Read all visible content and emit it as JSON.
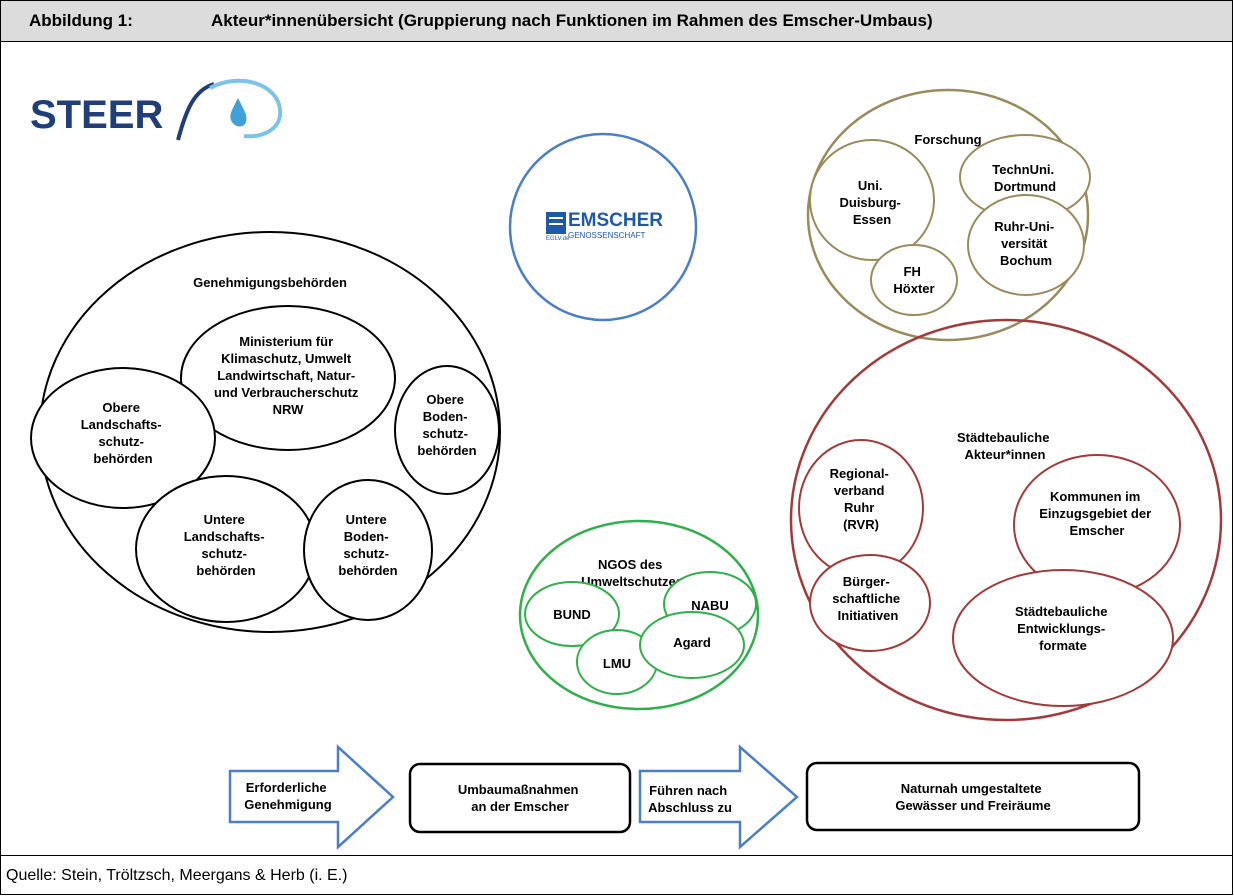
{
  "header": {
    "figure_label": "Abbildung 1:",
    "title": "Akteur*innenübersicht (Gruppierung nach Funktionen im Rahmen des Emscher-Umbaus)"
  },
  "logo": {
    "text": "STEER"
  },
  "emscher": {
    "name": "EMSCHER",
    "sub": "GENOSSENSCHAFT",
    "badge": "EGLV.de"
  },
  "forschung": {
    "title": "Forschung",
    "tu_dortmund": [
      "TechnUni.",
      "Dortmund"
    ],
    "uni_duisburg": [
      "Uni.",
      "Duisburg-",
      "Essen"
    ],
    "ruhr_uni": [
      "Ruhr-Uni-",
      "versität",
      "Bochum"
    ],
    "fh_hoexter": [
      "FH",
      "Höxter"
    ]
  },
  "genehmigung": {
    "title": "Genehmigungsbehörden",
    "ministerium": [
      "Ministerium für",
      "Klimaschutz, Umwelt",
      "Landwirtschaft, Natur-",
      "und Verbraucherschutz",
      "NRW"
    ],
    "obere_landschaft": [
      "Obere",
      "Landschafts-",
      "schutz-",
      "behörden"
    ],
    "obere_boden": [
      "Obere",
      "Boden-",
      "schutz-",
      "behörden"
    ],
    "untere_landschaft": [
      "Untere",
      "Landschafts-",
      "schutz-",
      "behörden"
    ],
    "untere_boden": [
      "Untere",
      "Boden-",
      "schutz-",
      "behörden"
    ]
  },
  "ngos": {
    "title": [
      "NGOS des",
      "Umweltschutzes"
    ],
    "bund": "BUND",
    "nabu": "NABU",
    "agard": "Agard",
    "lmu": "LMU"
  },
  "staedtebau": {
    "title": [
      "Städtebauliche",
      "Akteur*innen"
    ],
    "rvr": [
      "Regional-",
      "verband",
      "Ruhr",
      "(RVR)"
    ],
    "kommunen": [
      "Kommunen im",
      "Einzugsgebiet der",
      "Emscher"
    ],
    "buerger": [
      "Bürger-",
      "schaftliche",
      "Initiativen"
    ],
    "formate": [
      "Städtebauliche",
      "Entwicklungs-",
      "formate"
    ]
  },
  "flow": {
    "arrow1": [
      "Erforderliche",
      "Genehmigung"
    ],
    "box1": [
      "Umbaumaßnahmen",
      "an der Emscher"
    ],
    "arrow2": [
      "Führen nach",
      "Abschluss zu"
    ],
    "box2": [
      "Naturnah umgestaltete",
      "Gewässer und Freiräume"
    ]
  },
  "colors": {
    "emscher_circle": "#4a7fc8",
    "forschung": "#9b8a5c",
    "ngos": "#2fb04a",
    "staedtebau": "#a33a3a",
    "arrow": "#4a7fc8",
    "header_bg": "#dcdcdc"
  },
  "footer": {
    "source": "Quelle: Stein, Tröltzsch, Meergans & Herb (i. E.)"
  }
}
